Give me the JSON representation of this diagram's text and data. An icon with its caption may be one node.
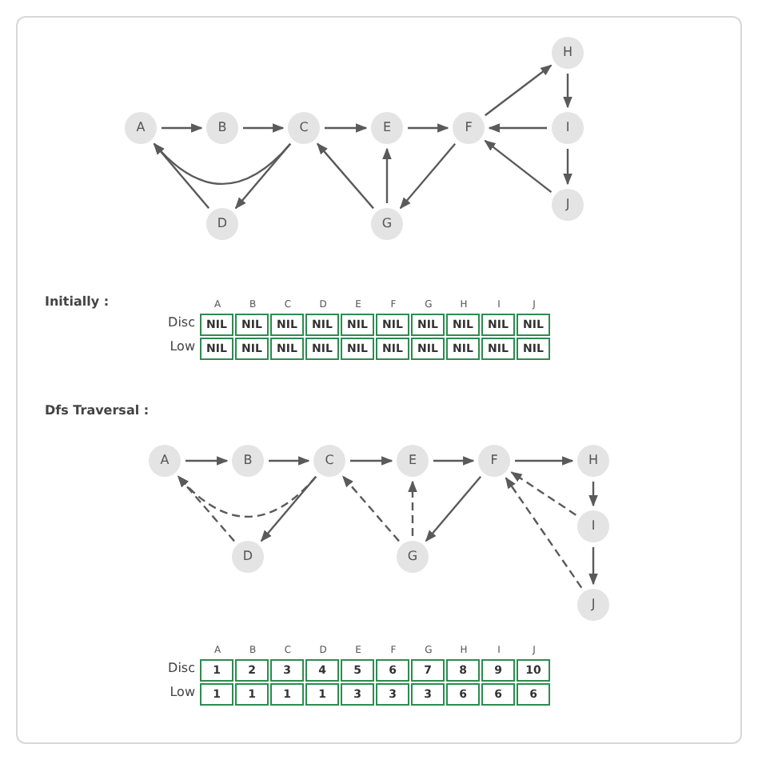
{
  "diagram": {
    "nodes": [
      {
        "text": [
          "A"
        ]
      },
      {
        "text": [
          "B"
        ]
      },
      {
        "text": [
          "C"
        ]
      },
      {
        "text": [
          "D"
        ]
      },
      {
        "text": [
          "E"
        ]
      },
      {
        "text": [
          "F"
        ]
      },
      {
        "text": [
          "G"
        ]
      },
      {
        "text": [
          "H"
        ]
      },
      {
        "text": [
          "I"
        ]
      },
      {
        "text": [
          "J"
        ]
      },
      {
        "text": [
          "A"
        ]
      },
      {
        "text": [
          "B"
        ]
      },
      {
        "text": [
          "C"
        ]
      },
      {
        "text": [
          "D"
        ]
      },
      {
        "text": [
          "E"
        ]
      },
      {
        "text": [
          "F"
        ]
      },
      {
        "text": [
          "G"
        ]
      },
      {
        "text": [
          "H"
        ]
      },
      {
        "text": [
          "I"
        ]
      },
      {
        "text": [
          "J"
        ]
      }
    ],
    "edges": [
      {
        "from": 0,
        "to": 1,
        "arrow": "to"
      },
      {
        "from": 1,
        "to": 2,
        "arrow": "to"
      },
      {
        "from": 2,
        "to": 4,
        "arrow": "to"
      },
      {
        "from": 4,
        "to": 5,
        "arrow": "to"
      },
      {
        "from": 5,
        "to": 7,
        "arrow": "to"
      },
      {
        "from": 7,
        "to": 8,
        "arrow": "to"
      },
      {
        "from": 8,
        "to": 5,
        "arrow": "to"
      },
      {
        "from": 8,
        "to": 9,
        "arrow": "to"
      },
      {
        "from": 9,
        "to": 5,
        "arrow": "to"
      },
      {
        "from": 2,
        "to": 0,
        "arrow": "to"
      },
      {
        "from": 2,
        "to": 3,
        "arrow": "to"
      },
      {
        "from": 3,
        "to": 0,
        "arrow": "to"
      },
      {
        "from": 5,
        "to": 6,
        "arrow": "to"
      },
      {
        "from": 6,
        "to": 2,
        "arrow": "to"
      },
      {
        "from": 6,
        "to": 4,
        "arrow": "to"
      },
      {
        "from": 10,
        "to": 11,
        "arrow": "to"
      },
      {
        "from": 11,
        "to": 12,
        "arrow": "to"
      },
      {
        "from": 12,
        "to": 14,
        "arrow": "to"
      },
      {
        "from": 14,
        "to": 15,
        "arrow": "to"
      },
      {
        "from": 15,
        "to": 17,
        "arrow": "to"
      },
      {
        "from": 17,
        "to": 18,
        "arrow": "to"
      },
      {
        "from": 18,
        "to": 19,
        "arrow": "to"
      },
      {
        "from": 12,
        "to": 10,
        "arrow": "to",
        "style": "dashed"
      },
      {
        "from": 12,
        "to": 13,
        "arrow": "to"
      },
      {
        "from": 13,
        "to": 10,
        "arrow": "to",
        "style": "dashed"
      },
      {
        "from": 15,
        "to": 16,
        "arrow": "to"
      },
      {
        "from": 16,
        "to": 12,
        "arrow": "to",
        "style": "dashed"
      },
      {
        "from": 16,
        "to": 14,
        "arrow": "to",
        "style": "dashed"
      },
      {
        "from": 18,
        "to": 15,
        "arrow": "to",
        "style": "dashed"
      },
      {
        "from": 19,
        "to": 15,
        "arrow": "to",
        "style": "dashed"
      }
    ],
    "labels": [
      "Initially :",
      "A",
      "B",
      "C",
      "D",
      "E",
      "F",
      "G",
      "H",
      "I",
      "J",
      "Disc",
      "NIL",
      "NIL",
      "NIL",
      "NIL",
      "NIL",
      "NIL",
      "NIL",
      "NIL",
      "NIL",
      "NIL",
      "Low",
      "NIL",
      "NIL",
      "NIL",
      "NIL",
      "NIL",
      "NIL",
      "NIL",
      "NIL",
      "NIL",
      "NIL",
      "Dfs Traversal :",
      "A",
      "B",
      "C",
      "D",
      "E",
      "F",
      "G",
      "H",
      "I",
      "J",
      "Disc",
      "1",
      "2",
      "3",
      "4",
      "5",
      "6",
      "7",
      "8",
      "9",
      "10",
      "Low",
      "1",
      "1",
      "1",
      "1",
      "3",
      "3",
      "3",
      "6",
      "6",
      "6"
    ]
  }
}
